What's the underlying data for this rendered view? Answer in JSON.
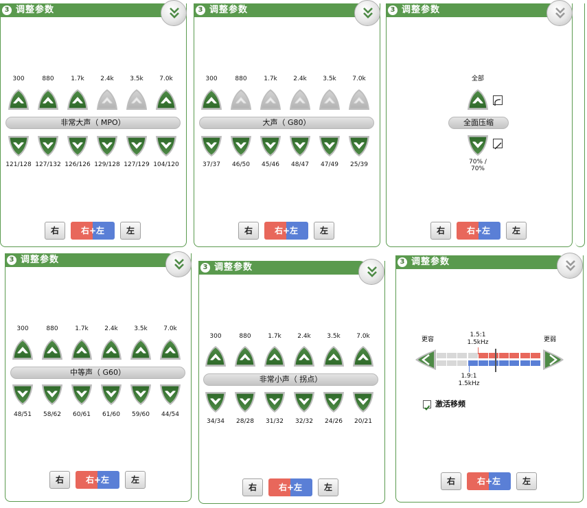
{
  "panel_title": "调整参数",
  "step_number": "3",
  "freqs": [
    "300",
    "880",
    "1.7k",
    "2.4k",
    "3.5k",
    "7.0k"
  ],
  "buttons": {
    "right": "右",
    "both": "右+左",
    "left": "左"
  },
  "panels": [
    {
      "label": "非常大声（ MPO）",
      "values": [
        "121/128",
        "127/132",
        "126/126",
        "129/128",
        "127/129",
        "104/120"
      ],
      "up_active": [
        true,
        true,
        true,
        false,
        false,
        true
      ]
    },
    {
      "label": "大声（ G80）",
      "values": [
        "37/37",
        "46/50",
        "45/46",
        "48/47",
        "47/49",
        "25/39"
      ],
      "up_active": [
        true,
        false,
        false,
        false,
        false,
        false
      ]
    },
    {
      "label": "中等声（ G60）",
      "values": [
        "48/51",
        "58/62",
        "60/61",
        "61/60",
        "59/60",
        "44/54"
      ],
      "up_active": [
        true,
        true,
        true,
        true,
        true,
        true
      ]
    },
    {
      "label": "非常小声（ 拐点）",
      "values": [
        "34/34",
        "28/28",
        "31/32",
        "32/32",
        "24/26",
        "20/21"
      ],
      "up_active": [
        true,
        true,
        true,
        true,
        true,
        true
      ]
    }
  ],
  "compression": {
    "top_label": "全部",
    "bar_label": "全面压缩",
    "value_line1": "70% /",
    "value_line2": "70%"
  },
  "freq_shift": {
    "left_label": "更容",
    "right_label": "更弱",
    "top_ratio": "1.5:1",
    "top_freq": "1.5kHz",
    "bottom_ratio": "1.9:1",
    "bottom_freq": "1.5kHz",
    "checkbox_label": "激活移频",
    "checkbox_checked": true
  },
  "colors": {
    "header": "#5a9a4e",
    "button_active": "#4e8a46",
    "button_inactive": "#d4d4d4",
    "right_red": "#e8675b",
    "left_blue": "#5a7fd6"
  }
}
